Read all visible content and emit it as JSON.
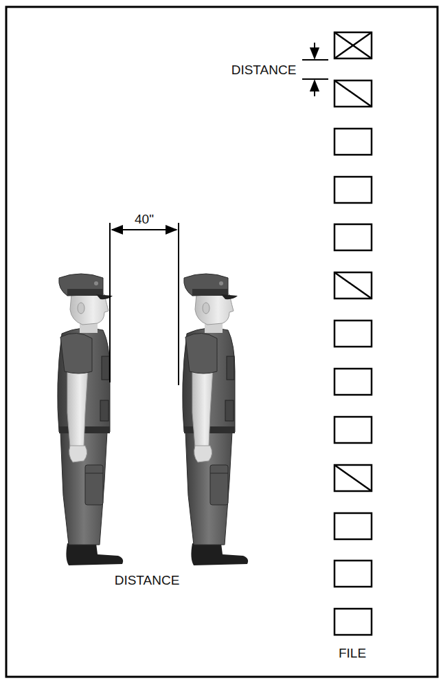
{
  "diagram": {
    "labels": [
      "DISTANCE",
      "40\"",
      "DISTANCE",
      "FILE"
    ]
  }
}
